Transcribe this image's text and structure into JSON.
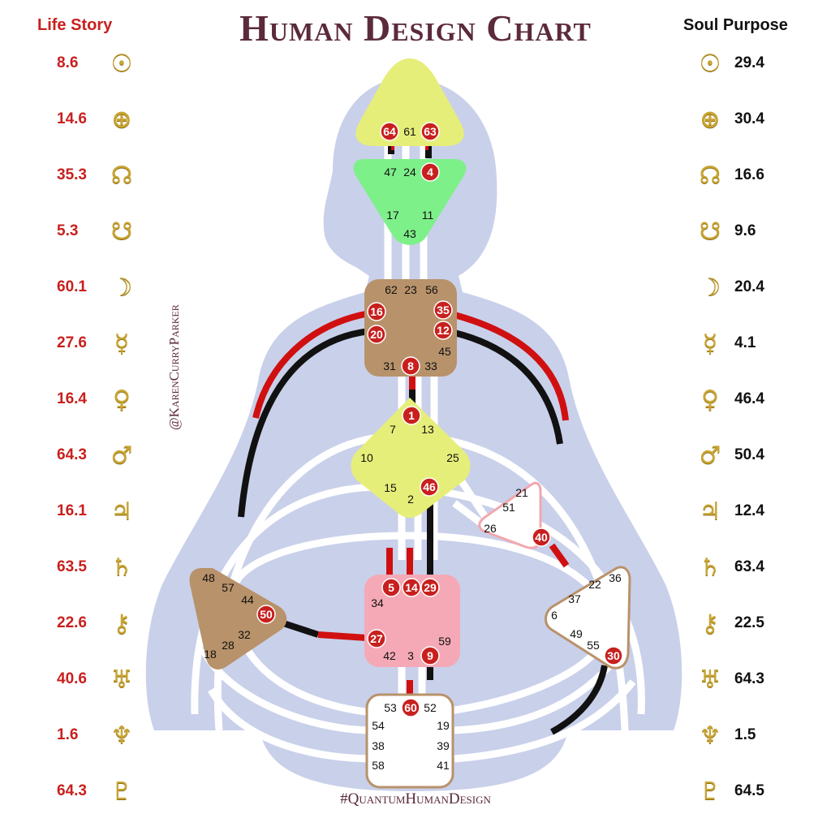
{
  "title": "Human Design Chart",
  "left_column": {
    "heading": "Life Story",
    "rows": [
      {
        "value": "8.6",
        "icon": "sun-icon",
        "glyph": "☉"
      },
      {
        "value": "14.6",
        "icon": "earth-icon",
        "glyph": "⊕"
      },
      {
        "value": "35.3",
        "icon": "north-node-icon",
        "glyph": "☊"
      },
      {
        "value": "5.3",
        "icon": "south-node-icon",
        "glyph": "☋"
      },
      {
        "value": "60.1",
        "icon": "moon-icon",
        "glyph": "☽"
      },
      {
        "value": "27.6",
        "icon": "mercury-icon",
        "glyph": "☿"
      },
      {
        "value": "16.4",
        "icon": "venus-icon",
        "glyph": "♀"
      },
      {
        "value": "64.3",
        "icon": "mars-icon",
        "glyph": "♂"
      },
      {
        "value": "16.1",
        "icon": "jupiter-icon",
        "glyph": "♃"
      },
      {
        "value": "63.5",
        "icon": "saturn-icon",
        "glyph": "♄"
      },
      {
        "value": "22.6",
        "icon": "chiron-icon",
        "glyph": "⚷"
      },
      {
        "value": "40.6",
        "icon": "uranus-icon",
        "glyph": "♅"
      },
      {
        "value": "1.6",
        "icon": "neptune-icon",
        "glyph": "♆"
      },
      {
        "value": "64.3",
        "icon": "pluto-icon",
        "glyph": "♇"
      }
    ]
  },
  "right_column": {
    "heading": "Soul Purpose",
    "rows": [
      {
        "value": "29.4",
        "icon": "sun-icon",
        "glyph": "☉"
      },
      {
        "value": "30.4",
        "icon": "earth-icon",
        "glyph": "⊕"
      },
      {
        "value": "16.6",
        "icon": "north-node-icon",
        "glyph": "☊"
      },
      {
        "value": "9.6",
        "icon": "south-node-icon",
        "glyph": "☋"
      },
      {
        "value": "20.4",
        "icon": "moon-icon",
        "glyph": "☽"
      },
      {
        "value": "4.1",
        "icon": "mercury-icon",
        "glyph": "☿"
      },
      {
        "value": "46.4",
        "icon": "venus-icon",
        "glyph": "♀"
      },
      {
        "value": "50.4",
        "icon": "mars-icon",
        "glyph": "♂"
      },
      {
        "value": "12.4",
        "icon": "jupiter-icon",
        "glyph": "♃"
      },
      {
        "value": "63.4",
        "icon": "saturn-icon",
        "glyph": "♄"
      },
      {
        "value": "22.5",
        "icon": "chiron-icon",
        "glyph": "⚷"
      },
      {
        "value": "64.3",
        "icon": "uranus-icon",
        "glyph": "♅"
      },
      {
        "value": "1.5",
        "icon": "neptune-icon",
        "glyph": "♆"
      },
      {
        "value": "64.5",
        "icon": "pluto-icon",
        "glyph": "♇"
      }
    ]
  },
  "watermark_side": "@KarenCurryParker",
  "watermark_bottom": "#QuantumHumanDesign",
  "colors": {
    "title": "#5b2a3c",
    "life_story": "#c8201e",
    "body_silhouette": "#c9d0ea",
    "active_gate": "#c8201e",
    "head_center": "#e6ee7a",
    "ajna_center": "#7ef08a",
    "throat_center": "#b8926a",
    "g_center": "#e6ee7a",
    "heart_center": "#ffd6dc",
    "sacral_center": "#f5a9b6",
    "spleen_center": "#b8926a"
  },
  "gates": {
    "head": {
      "g64": "64",
      "g61": "61",
      "g63": "63"
    },
    "ajna": {
      "g47": "47",
      "g24": "24",
      "g4": "4",
      "g17": "17",
      "g11": "11",
      "g43": "43"
    },
    "throat": {
      "g62": "62",
      "g23": "23",
      "g56": "56",
      "g16": "16",
      "g35": "35",
      "g20": "20",
      "g12": "12",
      "g45": "45",
      "g31": "31",
      "g8": "8",
      "g33": "33"
    },
    "g_center": {
      "g1": "1",
      "g7": "7",
      "g13": "13",
      "g10": "10",
      "g25": "25",
      "g15": "15",
      "g46": "46",
      "g2": "2"
    },
    "heart": {
      "g21": "21",
      "g51": "51",
      "g26": "26",
      "g40": "40"
    },
    "spleen": {
      "g48": "48",
      "g57": "57",
      "g44": "44",
      "g50": "50",
      "g32": "32",
      "g28": "28",
      "g18": "18"
    },
    "sacral": {
      "g5": "5",
      "g14": "14",
      "g29": "29",
      "g34": "34",
      "g27": "27",
      "g59": "59",
      "g42": "42",
      "g3": "3",
      "g9": "9"
    },
    "solar_plexus": {
      "g36": "36",
      "g22": "22",
      "g37": "37",
      "g6": "6",
      "g49": "49",
      "g55": "55",
      "g30": "30"
    },
    "root": {
      "g53": "53",
      "g60": "60",
      "g52": "52",
      "g54": "54",
      "g19": "19",
      "g38": "38",
      "g39": "39",
      "g58": "58",
      "g41": "41"
    }
  }
}
